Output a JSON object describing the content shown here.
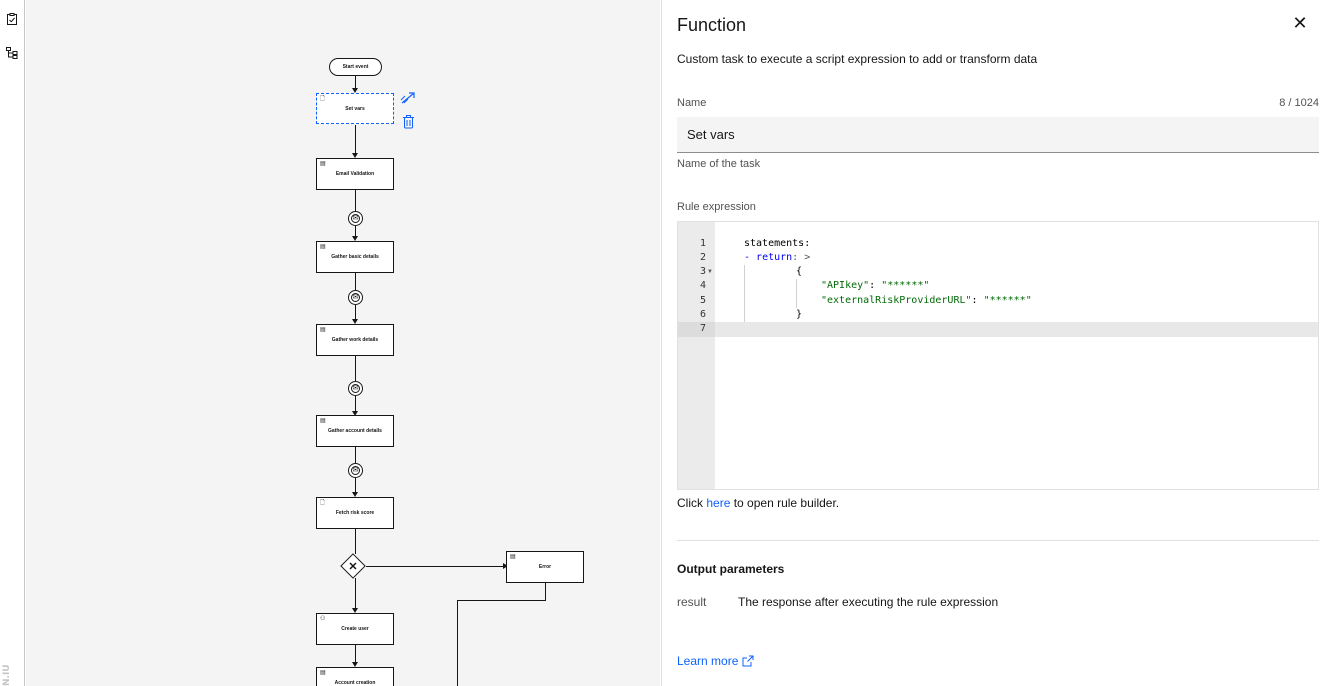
{
  "rail": {
    "icons": [
      "task-list-icon",
      "flow-tree-icon"
    ],
    "watermark": "N.IU"
  },
  "diagram": {
    "start_event": "Start event",
    "nodes": {
      "set_vars": "Set vars",
      "email_validation": "Email Validation",
      "gather_basic": "Gather basic details",
      "gather_work": "Gather work details",
      "gather_account": "Gather account details",
      "fetch_risk": "Fetch risk score",
      "error": "Error",
      "create_user": "Create user",
      "account_creation": "Account creation"
    }
  },
  "panel": {
    "title": "Function",
    "close_symbol": "✕",
    "description": "Custom task to execute a script expression to add or transform data",
    "name_label": "Name",
    "name_counter": "8 / 1024",
    "name_value": "Set vars",
    "name_helper": "Name of the task",
    "rule_label": "Rule expression",
    "code_line_numbers": [
      "1",
      "2",
      "3",
      "4",
      "5",
      "6",
      "7"
    ],
    "code": {
      "l1": "statements:",
      "l2_dash": "- ",
      "l2_kw": "return",
      "l2_rest": ": >",
      "l3": "{",
      "l4_key": "\"APIkey\"",
      "l4_sep": ": ",
      "l4_val": "\"******\"",
      "l5_key": "\"externalRiskProviderURL\"",
      "l5_sep": ": ",
      "l5_val": "\"******\"",
      "l6": "}"
    },
    "rule_builder": {
      "prefix": "Click ",
      "link": "here",
      "suffix": " to open rule builder."
    },
    "output_title": "Output parameters",
    "output_key": "result",
    "output_desc": "The response after executing the rule expression",
    "learn_more": "Learn more"
  }
}
